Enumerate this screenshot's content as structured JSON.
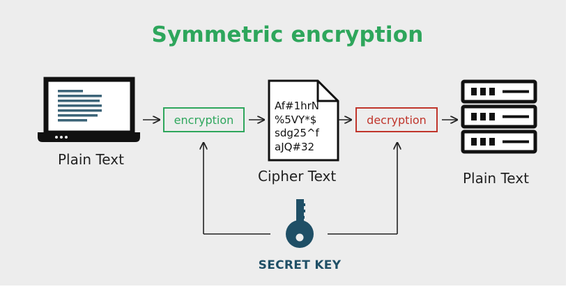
{
  "title": "Symmetric encryption",
  "nodes": {
    "plain_text_left": "Plain Text",
    "encryption": "encryption",
    "cipher_lines": [
      "Af#1hrN",
      "%5VY*$",
      "sdg25^f",
      "aJQ#32"
    ],
    "cipher_label": "Cipher Text",
    "decryption": "decryption",
    "plain_text_right": "Plain Text",
    "secret_key": "SECRET KEY"
  },
  "icons": {
    "laptop": "laptop-icon",
    "document": "document-icon",
    "server": "server-icon",
    "key": "key-icon"
  },
  "colors": {
    "background": "#ededed",
    "title": "#2ea65c",
    "encryption": "#2ea65c",
    "decryption": "#c0352b",
    "key": "#1f4f66",
    "stroke": "#222222"
  }
}
